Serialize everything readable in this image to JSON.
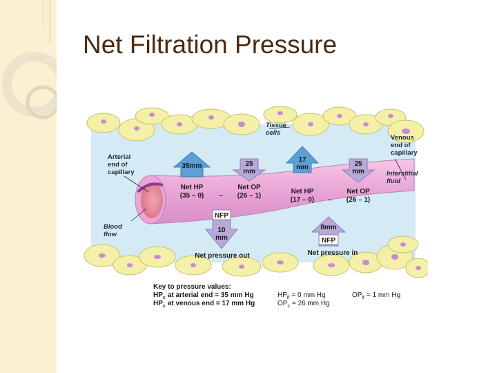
{
  "slide": {
    "title": "Net Filtration Pressure"
  },
  "diagram": {
    "labels": {
      "tissue_cells": [
        "Tissue",
        "cells"
      ],
      "arterial_end": [
        "Arterial",
        "end of",
        "capillary"
      ],
      "venous_end": [
        "Venous",
        "end of",
        "capillary"
      ],
      "interstitial_fluid": [
        "Interstitial",
        "fluid"
      ],
      "blood_flow": [
        "Blood",
        "flow"
      ]
    },
    "arterial": {
      "hp_arrow": "35mm",
      "op_arrow": [
        "25",
        "mm"
      ],
      "net_hp": [
        "Net HP",
        "(35 – 0)"
      ],
      "net_op": [
        "Net OP",
        "(26 – 1)"
      ],
      "minus": "–",
      "nfp_label": "NFP",
      "nfp_value": [
        "10",
        "mm"
      ],
      "caption": "Net pressure out"
    },
    "venous": {
      "hp_arrow": [
        "17",
        "mm"
      ],
      "op_arrow": [
        "25",
        "mm"
      ],
      "net_hp": [
        "Net HP",
        "(17 – 0)"
      ],
      "net_op": [
        "Net OP",
        "(26 – 1)"
      ],
      "minus": "–",
      "nfp_value": "8mm",
      "nfp_label": "NFP",
      "caption": "Net pressure in"
    },
    "key": {
      "heading": "Key to pressure values:",
      "lines": [
        {
          "sym": "HP",
          "sub": "c",
          "text": "at arterial end = 35 mm Hg"
        },
        {
          "sym": "HP",
          "sub": "c",
          "text": "at venous end = 17 mm Hg"
        },
        {
          "sym": "HP",
          "sub": "if",
          "text": "= 0 mm Hg"
        },
        {
          "sym": "OP",
          "sub": "c",
          "text": "= 26 mm Hg"
        },
        {
          "sym": "OP",
          "sub": "if",
          "text": "= 1 mm Hg"
        }
      ]
    },
    "colors": {
      "arrow_blue": "#5b9fd4",
      "arrow_violet": "#b8a9d8",
      "vessel_pink": "#e9a5d6",
      "fluid_blue": "#d4ebf5",
      "cell_yellow": "#f4f0a8",
      "nucleus_purple": "#c78ad0"
    }
  }
}
